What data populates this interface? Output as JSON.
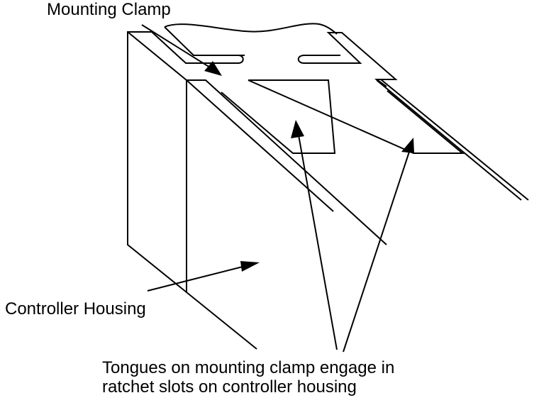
{
  "figure": {
    "type": "technical-illustration",
    "subject": "Mounting clamp attaching to controller housing",
    "colors": {
      "line": "#000000",
      "background": "#ffffff"
    }
  },
  "labels": {
    "mounting_clamp": "Mounting Clamp",
    "controller_housing": "Controller Housing",
    "tongues_line1": "Tongues on mounting clamp engage in",
    "tongues_line2": "ratchet slots on controller housing"
  },
  "callouts": [
    {
      "label_ref": "mounting_clamp",
      "points_to": "mounting clamp",
      "arrow_count": 1
    },
    {
      "label_ref": "controller_housing",
      "points_to": "controller housing face",
      "arrow_count": 1
    },
    {
      "label_ref": "tongues",
      "points_to": "ratchet slots",
      "arrow_count": 2
    }
  ]
}
